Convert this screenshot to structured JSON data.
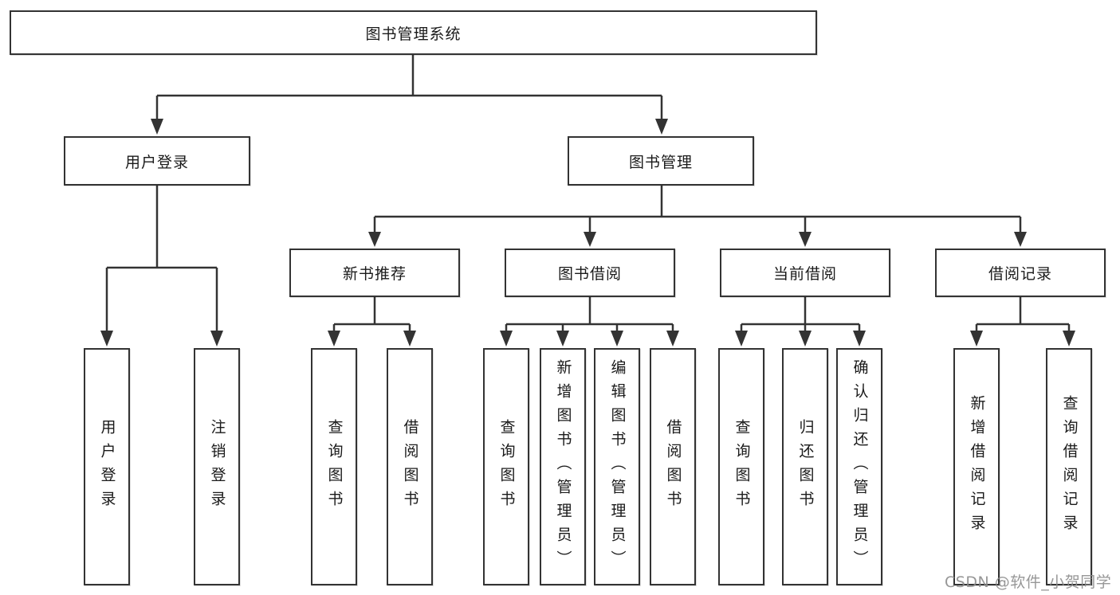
{
  "diagram": {
    "root": {
      "label": "图书管理系统"
    },
    "branches": [
      {
        "label": "用户登录",
        "children": [
          {
            "label": "用户登录"
          },
          {
            "label": "注销登录"
          }
        ]
      },
      {
        "label": "图书管理",
        "children": [
          {
            "label": "新书推荐",
            "children": [
              {
                "label": "查询图书"
              },
              {
                "label": "借阅图书"
              }
            ]
          },
          {
            "label": "图书借阅",
            "children": [
              {
                "label": "查询图书"
              },
              {
                "label": "新增图书（管理员）"
              },
              {
                "label": "编辑图书（管理员）"
              },
              {
                "label": "借阅图书"
              }
            ]
          },
          {
            "label": "当前借阅",
            "children": [
              {
                "label": "查询图书"
              },
              {
                "label": "归还图书"
              },
              {
                "label": "确认归还（管理员）"
              }
            ]
          },
          {
            "label": "借阅记录",
            "children": [
              {
                "label": "新增借阅记录"
              },
              {
                "label": "查询借阅记录"
              }
            ]
          }
        ]
      }
    ]
  },
  "watermark": {
    "text": "CSDN @软件_小贺同学"
  },
  "colors": {
    "line": "#333333",
    "box_border": "#333333",
    "box_fill": "#ffffff",
    "text": "#1a1a1a",
    "watermark": "#8c8c8c",
    "background": "#ffffff"
  }
}
